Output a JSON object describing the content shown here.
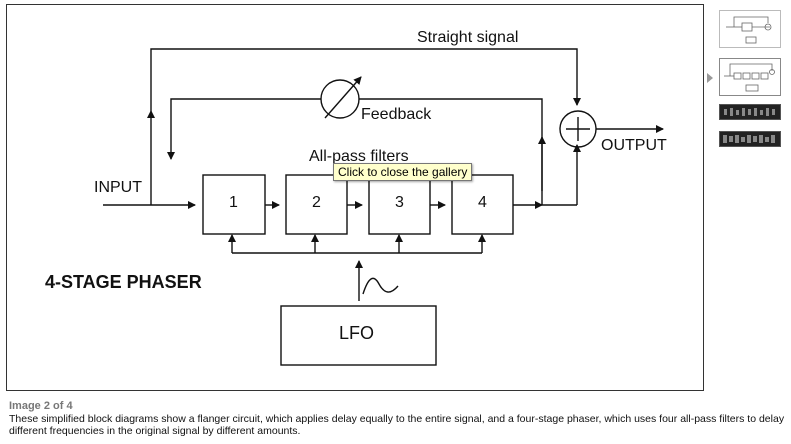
{
  "diagram": {
    "title": "4-STAGE PHASER",
    "input_label": "INPUT",
    "output_label": "OUTPUT",
    "straight_label": "Straight signal",
    "feedback_label": "Feedback",
    "allpass_label": "All-pass filters",
    "stages": [
      "1",
      "2",
      "3",
      "4"
    ],
    "lfo_label": "LFO"
  },
  "tooltip": "Click to close the gallery",
  "caption": {
    "counter": "Image 2 of 4",
    "text": "These simplified block diagrams show a flanger circuit, which applies delay equally to the entire signal, and a four-stage phaser, which uses four all-pass filters to delay different frequencies in the original signal by different amounts."
  },
  "thumbnails": [
    {
      "name": "thumb-1",
      "style": "light"
    },
    {
      "name": "thumb-2",
      "style": "light",
      "active": true
    },
    {
      "name": "thumb-3",
      "style": "dark"
    },
    {
      "name": "thumb-4",
      "style": "dark"
    }
  ]
}
